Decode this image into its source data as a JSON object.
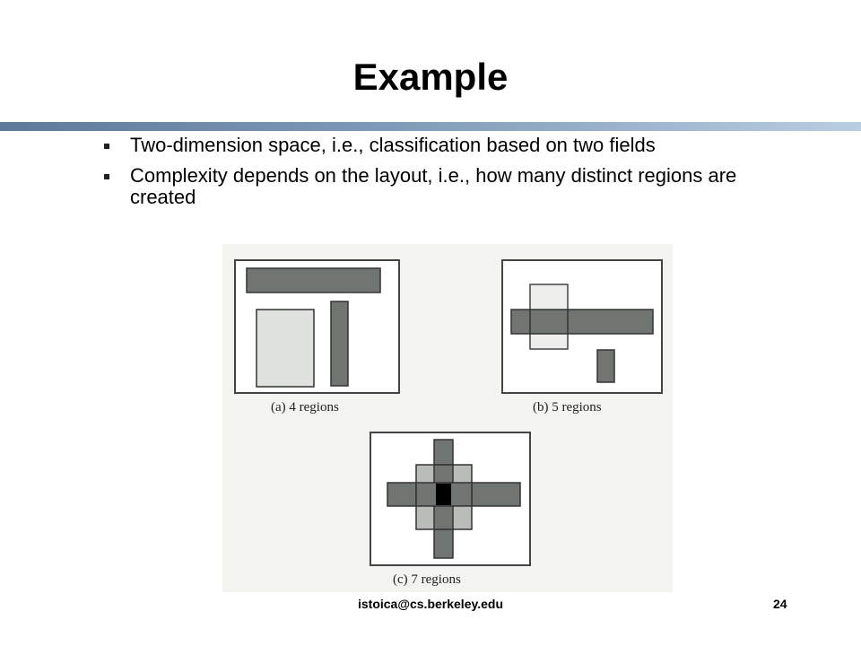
{
  "slide": {
    "title": "Example",
    "bullets": [
      "Two-dimension space, i.e., classification based on two fields",
      "Complexity depends on the layout, i.e., how many distinct regions are created"
    ]
  },
  "figure": {
    "captions": [
      "(a) 4 regions",
      "(b) 5 regions",
      "(c) 7 regions"
    ]
  },
  "footer": {
    "email": "istoica@cs.berkeley.edu",
    "page_number": "24"
  }
}
